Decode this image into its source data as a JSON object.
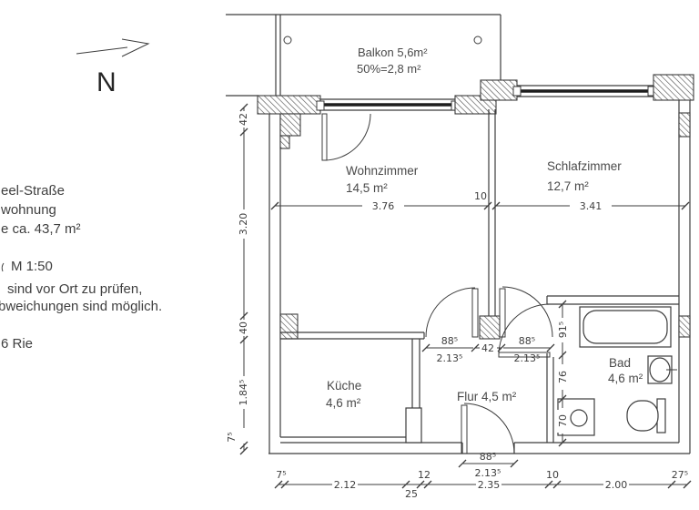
{
  "compass": {
    "label": "N"
  },
  "notes": {
    "line1": "eel-Straße",
    "line2": "wohnung",
    "line3": "e ca. 43,7 m²",
    "line4": "M 1:50",
    "line5": "sind vor Ort zu prüfen,",
    "line6": "bweichungen sind möglich.",
    "line7": "6 Rie"
  },
  "rooms": {
    "balkon": {
      "label": "Balkon 5,6m²",
      "note": "50%=2,8 m²"
    },
    "wohnzimmer": {
      "label": "Wohnzimmer",
      "area": "14,5 m²"
    },
    "schlafzimmer": {
      "label": "Schlafzimmer",
      "area": "12,7 m²"
    },
    "kueche": {
      "label": "Küche",
      "area": "4,6 m²"
    },
    "flur": {
      "label": "Flur 4,5 m²"
    },
    "bad": {
      "label": "Bad",
      "area": "4,6 m²"
    }
  },
  "dims": {
    "wohnzimmer_width": "3.76",
    "divider_wall": "10",
    "schlafzimmer_width": "3.41",
    "left_chain": [
      "42",
      "3.20",
      "40",
      "1.84⁵",
      "7⁵"
    ],
    "flur_door_left_w": "88⁵",
    "flur_door_left_h": "2.13⁵",
    "pillar": "42",
    "flur_door_right_w": "88⁵",
    "flur_door_right_h": "2.13⁵",
    "bad_chain": [
      "91⁵",
      "76",
      "70"
    ],
    "entry_door_w": "88⁵",
    "entry_door_h": "2.13⁵",
    "bottom_chain": [
      "7⁵",
      "2.12",
      "25",
      "12",
      "2.35",
      "10",
      "2.00",
      "27⁵"
    ]
  },
  "colors": {
    "line": "#3c3c3c",
    "text": "#4a4a4a",
    "window": "#1d1d1d",
    "background": "#ffffff"
  }
}
